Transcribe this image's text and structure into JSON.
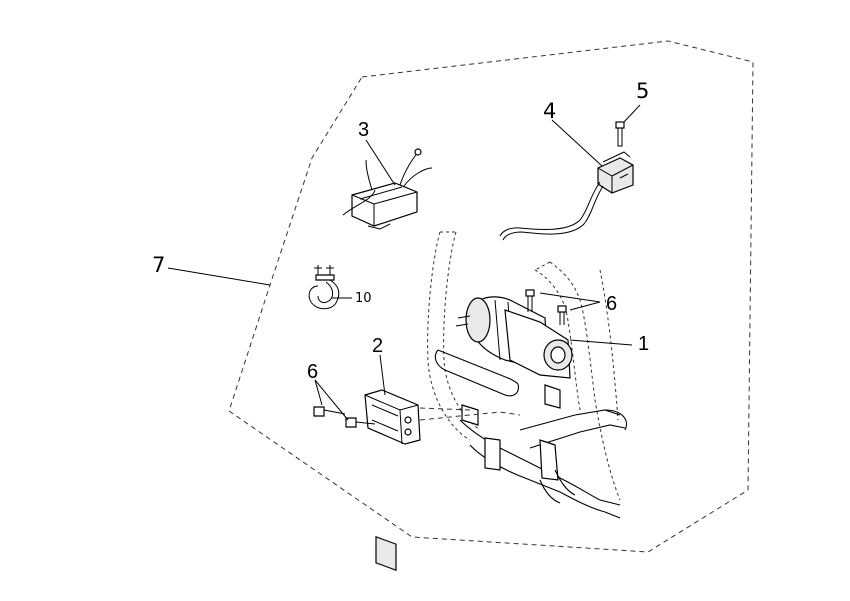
{
  "callouts": {
    "c1": "1",
    "c2": "2",
    "c3": "3",
    "c4": "4",
    "c5": "5",
    "c6a": "6",
    "c6b": "6",
    "c7": "7",
    "c10": "10"
  }
}
